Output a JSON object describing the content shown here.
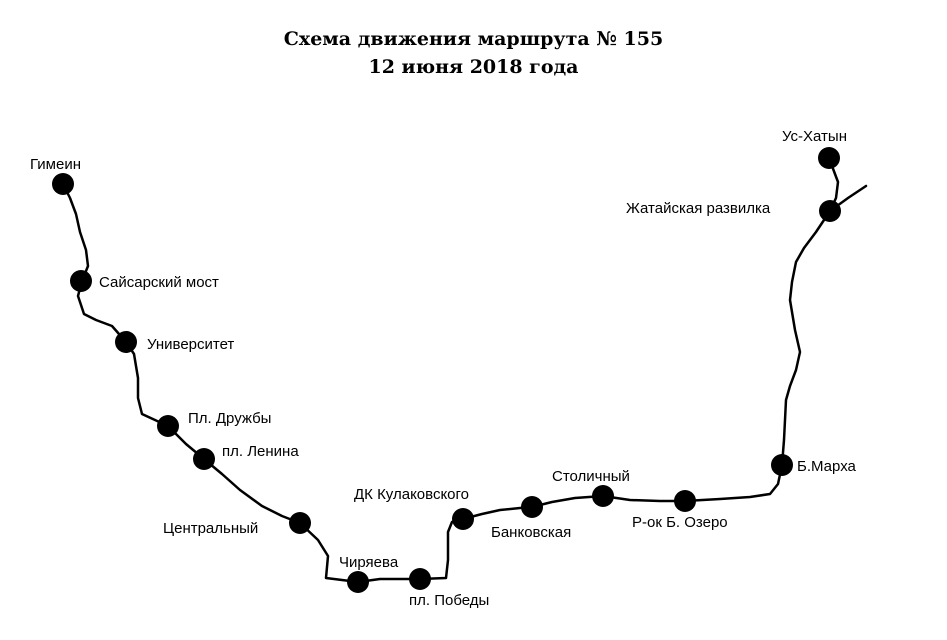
{
  "title": {
    "line1": "Схема движения маршрута № 155",
    "line2": "12 июня 2018 года"
  },
  "colors": {
    "route": "#000000",
    "stop": "#000000",
    "background": "#ffffff"
  },
  "stops": [
    {
      "id": "gimein",
      "label": "Гимеин"
    },
    {
      "id": "saysarsky-most",
      "label": "Сайсарский мост"
    },
    {
      "id": "universitet",
      "label": "Университет"
    },
    {
      "id": "pl-druzhby",
      "label": "Пл. Дружбы"
    },
    {
      "id": "pl-lenina",
      "label": "пл. Ленина"
    },
    {
      "id": "tsentralny",
      "label": "Центральный"
    },
    {
      "id": "chiryaeva",
      "label": "Чиряева"
    },
    {
      "id": "pl-pobedy",
      "label": "пл. Победы"
    },
    {
      "id": "dk-kulakovskogo",
      "label": "ДК Кулаковского"
    },
    {
      "id": "bankovskaya",
      "label": "Банковская"
    },
    {
      "id": "stolichny",
      "label": "Столичный"
    },
    {
      "id": "rok-b-ozero",
      "label": "Р-ок Б. Озеро"
    },
    {
      "id": "b-markha",
      "label": "Б.Марха"
    },
    {
      "id": "zhataiskaya-razvilka",
      "label": "Жатайская развилка"
    },
    {
      "id": "us-khatyn",
      "label": "Ус-Хатын"
    }
  ]
}
